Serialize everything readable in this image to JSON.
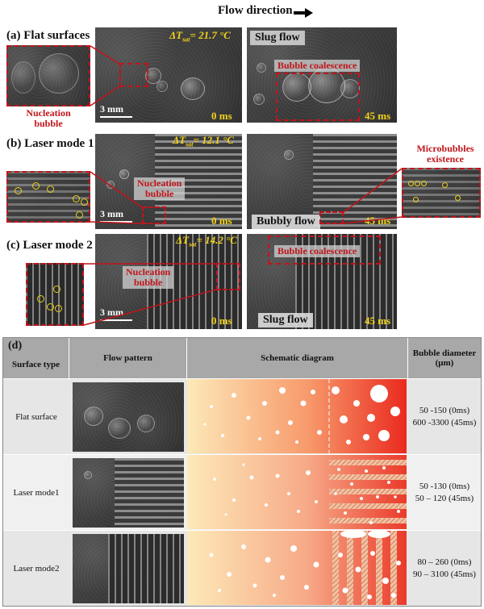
{
  "header": {
    "flow_direction": "Flow direction"
  },
  "panels": {
    "a": {
      "label": "(a) Flat surfaces",
      "delta_t_prefix": "ΔT",
      "delta_t_sub": "sat",
      "delta_t_value": "= 21.7 °C",
      "time_left": "0 ms",
      "time_right": "45 ms",
      "flow_tag": "Slug flow",
      "annotation_inset": "Nucleation\nbubble",
      "annotation_right": "Bubble coalescence",
      "scale": "3 mm"
    },
    "b": {
      "label": "(b) Laser mode 1",
      "delta_t_prefix": "ΔT",
      "delta_t_sub": "sat",
      "delta_t_value": "= 12.1 °C",
      "time_left": "0 ms",
      "time_right": "45 ms",
      "flow_tag": "Bubbly flow",
      "annotation_left": "Nucleation\nbubble",
      "annotation_right": "Microbubbles\nexistence",
      "scale": "3 mm"
    },
    "c": {
      "label": "(c) Laser mode 2",
      "delta_t_prefix": "ΔT",
      "delta_t_sub": "sat",
      "delta_t_value": "= 14.2 °C",
      "time_left": "0 ms",
      "time_right": "45 ms",
      "flow_tag": "Slug flow",
      "annotation_left": "Nucleation\nbubble",
      "annotation_right": "Bubble coalescence",
      "scale": "3 mm"
    }
  },
  "table": {
    "panel_label": "(d)",
    "headers": [
      "Surface type",
      "Flow pattern",
      "Schematic diagram",
      "Bubble diameter\n(μm)"
    ],
    "rows": [
      {
        "surface": "Flat surface",
        "diameter_0": "50 -150 (0ms)",
        "diameter_45": "600 -3300 (45ms)"
      },
      {
        "surface": "Laser mode1",
        "diameter_0": "50 -130 (0ms)",
        "diameter_45": "50 – 120 (45ms)"
      },
      {
        "surface": "Laser mode2",
        "diameter_0": "80 – 260 (0ms)",
        "diameter_45": "90 – 3100 (45ms)"
      }
    ]
  },
  "colors": {
    "annotation_red": "#c0151b",
    "annotation_yellow": "#f2d21a",
    "header_gray": "#a8a8a8"
  }
}
